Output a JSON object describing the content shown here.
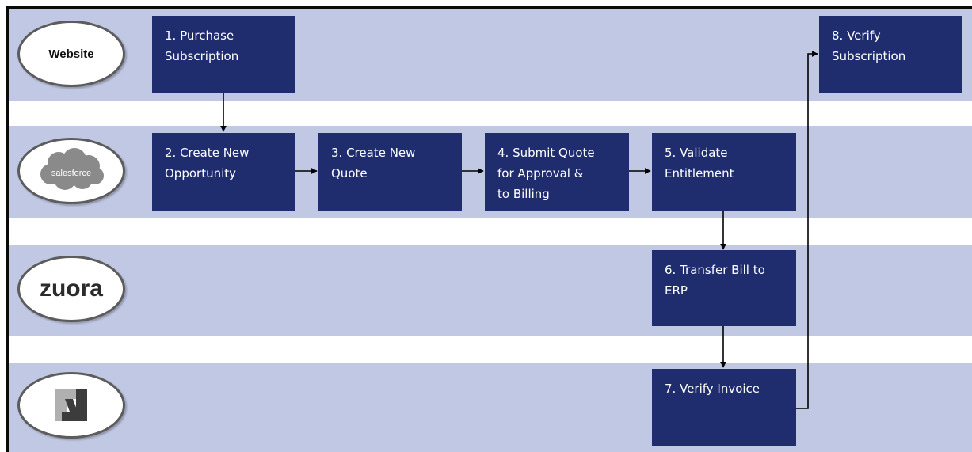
{
  "lanes": [
    {
      "id": "website",
      "label": "Website",
      "icon": "website-label"
    },
    {
      "id": "salesforce",
      "label": "salesforce",
      "icon": "salesforce-cloud-logo"
    },
    {
      "id": "zuora",
      "label": "zuora",
      "icon": "zuora-logo"
    },
    {
      "id": "netsuite",
      "label": "",
      "icon": "netsuite-n-logo"
    }
  ],
  "steps": [
    {
      "id": "step1",
      "label": "1. Purchase\nSubscription"
    },
    {
      "id": "step2",
      "label": "2. Create New\nOpportunity"
    },
    {
      "id": "step3",
      "label": "3. Create New\nQuote"
    },
    {
      "id": "step4",
      "label": "4. Submit Quote\nfor Approval &\nto Billing"
    },
    {
      "id": "step5",
      "label": "5. Validate\nEntitlement"
    },
    {
      "id": "step6",
      "label": "6. Transfer Bill to\nERP"
    },
    {
      "id": "step7",
      "label": "7. Verify Invoice"
    },
    {
      "id": "step8",
      "label": "8. Verify\nSubscription"
    }
  ],
  "colors": {
    "lane_fill": "#c1c8e4",
    "box_fill": "#1f2c6e",
    "box_text": "#ffffff",
    "salesforce_cloud": "#8a8a8a",
    "arrow": "#000000"
  }
}
